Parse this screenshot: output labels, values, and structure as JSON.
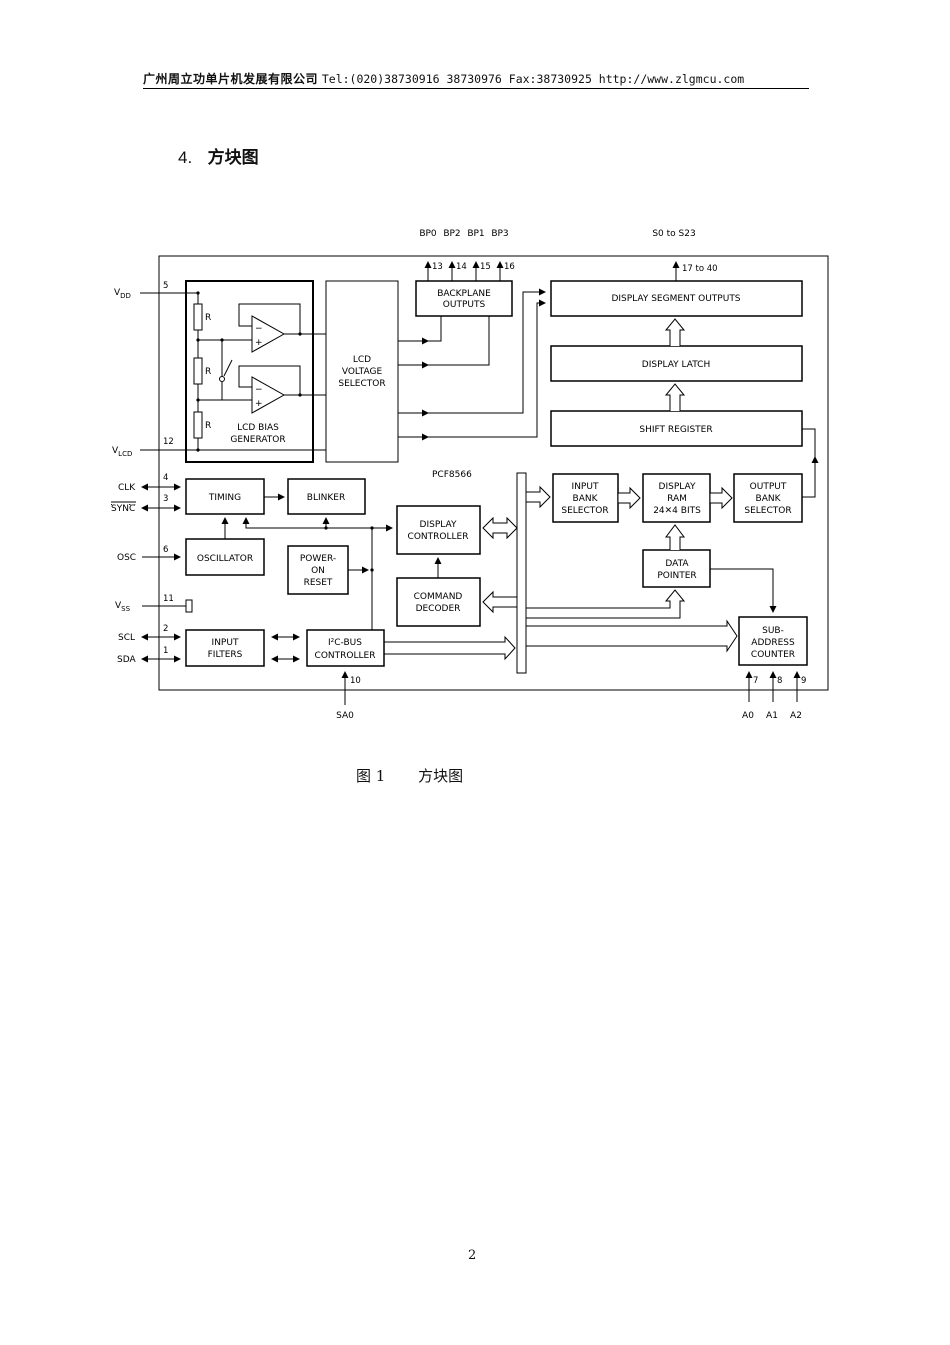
{
  "header": {
    "company": "广州周立功单片机发展有限公司",
    "contact": "Tel:(020)38730916 38730976  Fax:38730925  http://www.zlgmcu.com"
  },
  "section": {
    "number": "4.",
    "title": "方块图"
  },
  "diagram": {
    "chip_name": "PCF8566",
    "blocks": {
      "lcd_bias_generator": [
        "LCD BIAS",
        "GENERATOR"
      ],
      "resistor": "R",
      "lcd_voltage_selector": [
        "LCD",
        "VOLTAGE",
        "SELECTOR"
      ],
      "backplane_outputs": [
        "BACKPLANE",
        "OUTPUTS"
      ],
      "display_segment_outputs": "DISPLAY SEGMENT OUTPUTS",
      "display_latch": "DISPLAY LATCH",
      "shift_register": "SHIFT REGISTER",
      "timing": "TIMING",
      "blinker": "BLINKER",
      "oscillator": "OSCILLATOR",
      "power_on_reset": [
        "POWER-",
        "ON",
        "RESET"
      ],
      "display_controller": [
        "DISPLAY",
        "CONTROLLER"
      ],
      "command_decoder": [
        "COMMAND",
        "DECODER"
      ],
      "input_bank_selector": [
        "INPUT",
        "BANK",
        "SELECTOR"
      ],
      "display_ram": [
        "DISPLAY",
        "RAM",
        "24✕4 BITS"
      ],
      "output_bank_selector": [
        "OUTPUT",
        "BANK",
        "SELECTOR"
      ],
      "data_pointer": [
        "DATA",
        "POINTER"
      ],
      "input_filters": [
        "INPUT",
        "FILTERS"
      ],
      "i2c_controller": [
        "I²C-BUS",
        "CONTROLLER"
      ],
      "sub_address_counter": [
        "SUB-",
        "ADDRESS",
        "COUNTER"
      ]
    },
    "pins": {
      "vdd": {
        "name": "V",
        "sub": "DD",
        "num": "5"
      },
      "vlcd": {
        "name": "V",
        "sub": "LCD",
        "num": "12"
      },
      "clk": {
        "name": "CLK",
        "num": "4"
      },
      "sync": {
        "name": "SYNC",
        "num": "3"
      },
      "osc": {
        "name": "OSC",
        "num": "6"
      },
      "vss": {
        "name": "V",
        "sub": "SS",
        "num": "11"
      },
      "scl": {
        "name": "SCL",
        "num": "2"
      },
      "sda": {
        "name": "SDA",
        "num": "1"
      },
      "sa0": {
        "name": "SA0",
        "num": "10"
      },
      "a0": {
        "name": "A0",
        "num": "7"
      },
      "a1": {
        "name": "A1",
        "num": "8"
      },
      "a2": {
        "name": "A2",
        "num": "9"
      },
      "bp0": {
        "name": "BP0",
        "num": "13"
      },
      "bp2": {
        "name": "BP2",
        "num": "14"
      },
      "bp1": {
        "name": "BP1",
        "num": "15"
      },
      "bp3": {
        "name": "BP3",
        "num": "16"
      },
      "segments": {
        "name": "S0 to S23",
        "num": "17 to 40"
      }
    }
  },
  "caption": {
    "figure": "图 1",
    "title": "方块图"
  },
  "page_number": "2"
}
